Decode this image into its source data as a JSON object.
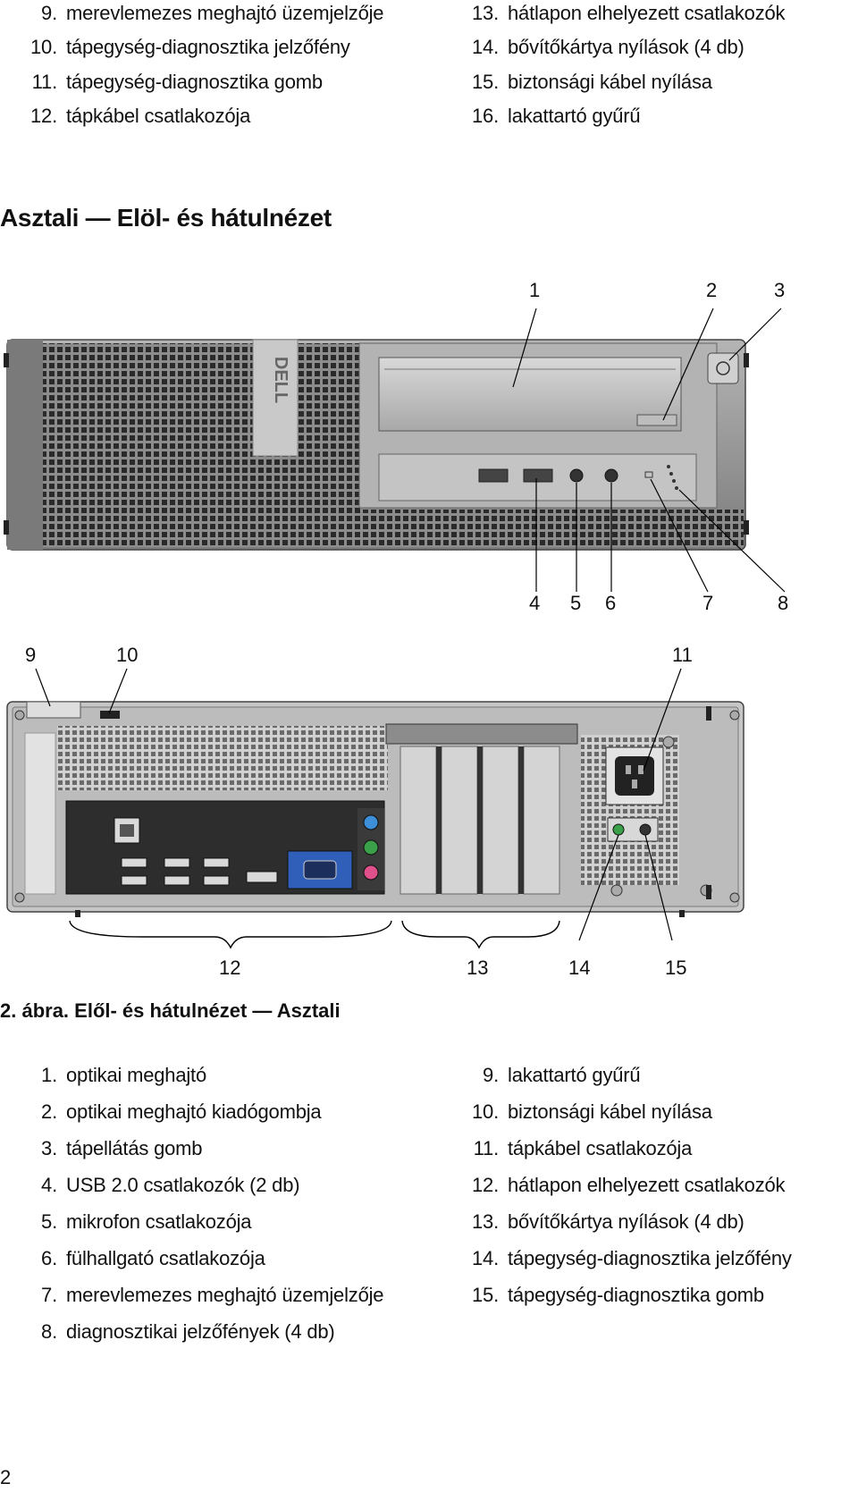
{
  "top_list": {
    "left": [
      {
        "num": "9.",
        "text": "merevlemezes meghajtó üzemjelzője"
      },
      {
        "num": "10.",
        "text": "tápegység-diagnosztika jelzőfény"
      },
      {
        "num": "11.",
        "text": "tápegység-diagnosztika gomb"
      },
      {
        "num": "12.",
        "text": "tápkábel csatlakozója"
      }
    ],
    "right": [
      {
        "num": "13.",
        "text": "hátlapon elhelyezett csatlakozók"
      },
      {
        "num": "14.",
        "text": "bővítőkártya nyílások (4 db)"
      },
      {
        "num": "15.",
        "text": "biztonsági kábel nyílása"
      },
      {
        "num": "16.",
        "text": "lakattartó gyűrű"
      }
    ]
  },
  "section_title": "Asztali — Elöl- és hátulnézet",
  "figure": {
    "brand_logo": "DELL",
    "front_callouts": {
      "top": [
        "1",
        "2",
        "3"
      ],
      "bottom": [
        "4",
        "5",
        "6",
        "7",
        "8"
      ]
    },
    "back_callouts": {
      "top": [
        "9",
        "10",
        "11"
      ],
      "bottom": [
        "12",
        "13",
        "14",
        "15"
      ]
    },
    "caption": "2. ábra. Elől- és hátulnézet — Asztali"
  },
  "legend": {
    "left": [
      {
        "num": "1.",
        "text": "optikai meghajtó"
      },
      {
        "num": "2.",
        "text": "optikai meghajtó kiadógombja"
      },
      {
        "num": "3.",
        "text": "tápellátás gomb"
      },
      {
        "num": "4.",
        "text": "USB 2.0 csatlakozók (2 db)"
      },
      {
        "num": "5.",
        "text": "mikrofon csatlakozója"
      },
      {
        "num": "6.",
        "text": "fülhallgató csatlakozója"
      },
      {
        "num": "7.",
        "text": "merevlemezes meghajtó üzemjelzője"
      },
      {
        "num": "8.",
        "text": "diagnosztikai jelzőfények (4 db)"
      }
    ],
    "right": [
      {
        "num": "9.",
        "text": "lakattartó gyűrű"
      },
      {
        "num": "10.",
        "text": "biztonsági kábel nyílása"
      },
      {
        "num": "11.",
        "text": "tápkábel csatlakozója"
      },
      {
        "num": "12.",
        "text": "hátlapon elhelyezett csatlakozók"
      },
      {
        "num": "13.",
        "text": "bővítőkártya nyílások (4 db)"
      },
      {
        "num": "14.",
        "text": "tápegység-diagnosztika jelzőfény"
      },
      {
        "num": "15.",
        "text": "tápegység-diagnosztika gomb"
      }
    ]
  },
  "page_number": "2",
  "colors": {
    "chassis": "#9a9a9a",
    "chassis_dark": "#5a5a5a",
    "panel": "#c8c8c8",
    "port_green": "#3aa04a",
    "port_pink": "#e0508a",
    "port_blue": "#3c8fd8",
    "vga_blue": "#2f5fb8"
  }
}
